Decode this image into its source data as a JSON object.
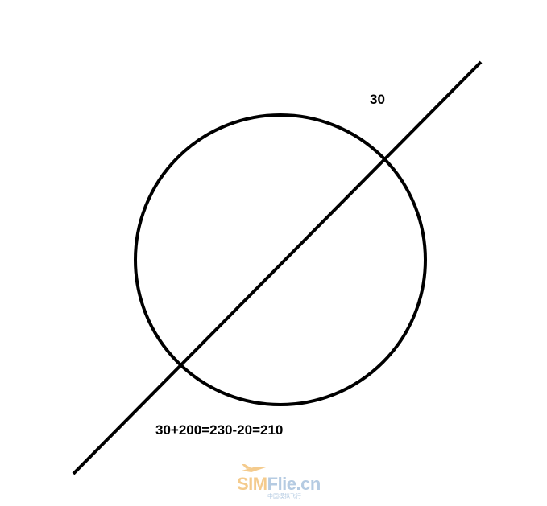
{
  "labels": {
    "top_value": "30",
    "bottom_equation": "30+200=230-20=210"
  },
  "watermark": {
    "brand_prefix": "SIM",
    "brand_suffix": "Flie.cn",
    "subtitle": "中国模拟飞行",
    "icon": "airplane-icon"
  },
  "colors": {
    "stroke": "#000000",
    "background": "#ffffff",
    "watermark_orange": "#f3c27a",
    "watermark_blue": "#a9c3de"
  }
}
